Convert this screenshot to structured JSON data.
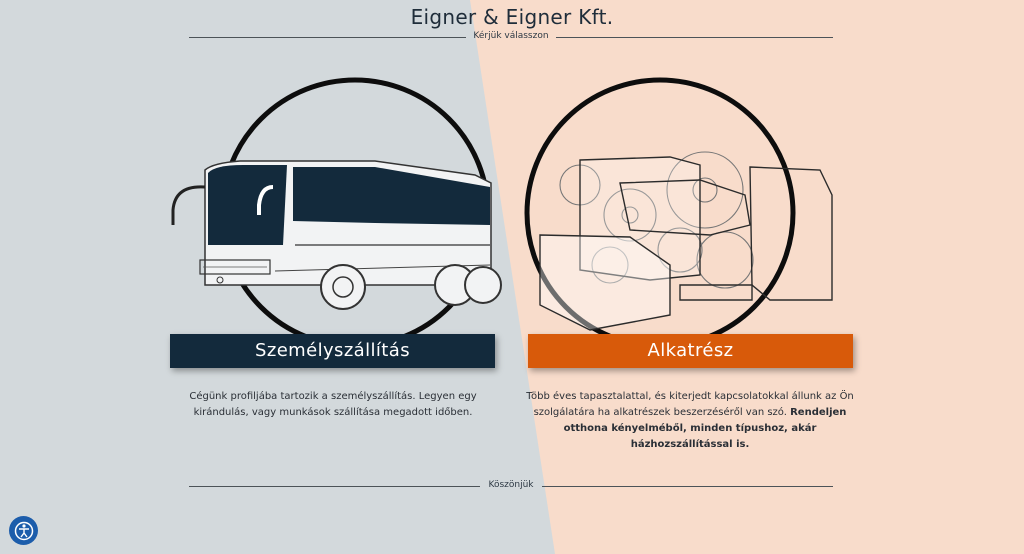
{
  "header": {
    "title": "Eigner & Eigner Kft.",
    "subtitle": "Kérjük válasszon"
  },
  "left": {
    "button_label": "Személyszállítás",
    "text": "Cégünk profiljába tartozik a személyszállítás. Legyen egy kirándulás, vagy munkások szállítása megadott időben."
  },
  "right": {
    "button_label": "Alkatrész",
    "text": "Több éves tapasztalattal, és kiterjedt kapcsolatokkal állunk az Ön szolgálatára ha alkatrészek beszerzéséről van szó.",
    "text_bold": "Rendeljen otthona kényelméből, minden típushoz, akár házhozszállítással is."
  },
  "footer": {
    "label": "Köszönjük"
  },
  "colors": {
    "left_bg": "#d3d9dc",
    "right_bg": "#f8dccb",
    "navy": "#132a3c",
    "orange": "#d85a0a",
    "accessibility": "#1c5dab"
  },
  "icons": {
    "bus": "bus-illustration",
    "parts": "car-parts-gears-illustration",
    "accessibility": "accessibility-icon"
  }
}
